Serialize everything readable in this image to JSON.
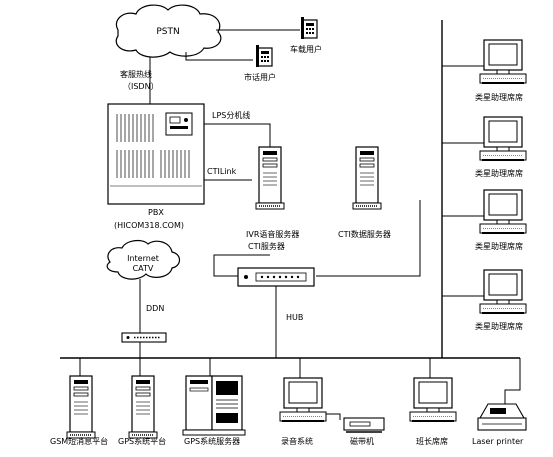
{
  "labels": {
    "pstn": "PSTN",
    "car_user": "车载用户",
    "phone_user": "市话用户",
    "trunk_line": "客服热线",
    "trunk_type": "（ISDN）",
    "lps_line": "LPS分机线",
    "cti_link": "CTILink",
    "pbx": "PBX",
    "pbx_model": "(HICOM318.COM)",
    "ivr_server_1": "IVR语音服务器",
    "ivr_server_2": "CTI服务器",
    "cti_data_server": "CTI数据服务器",
    "internet": "Internet",
    "catv": "CATV",
    "ddn": "DDN",
    "hub": "HUB",
    "agent_seat": "类星助理席席",
    "gsm_platform": "GSM短消息平台",
    "gps_platform": "GPS系统平台",
    "gps_server": "GPS系统服务器",
    "recording_system": "录音系统",
    "tape_drive": "磁带机",
    "supervisor_seat": "班长席席",
    "laser_printer": "Laser printer"
  }
}
